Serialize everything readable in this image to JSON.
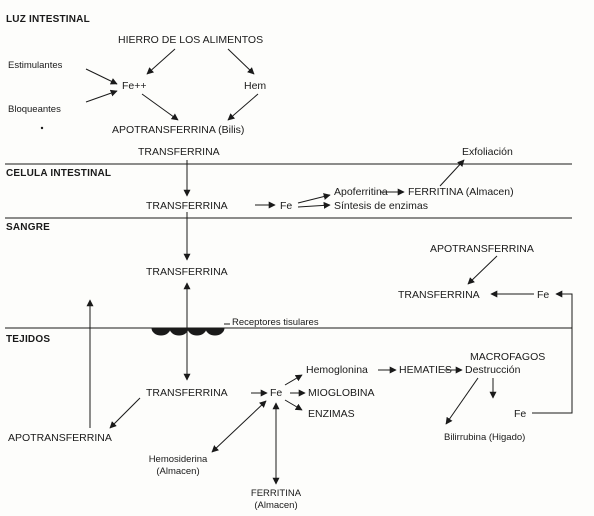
{
  "sections": {
    "luz": "LUZ INTESTINAL",
    "celula": "CELULA INTESTINAL",
    "sangre": "SANGRE",
    "tejidos": "TEJIDOS"
  },
  "nodes": {
    "hierro": "HIERRO DE LOS ALIMENTOS",
    "estimulantes": "Estimulantes",
    "bloqueantes": "Bloqueantes",
    "fe_plus": "Fe++",
    "hem": "Hem",
    "apo_bilis": "APOTRANSFERRINA (Bilis)",
    "transferrina_top": "TRANSFERRINA",
    "exfoliacion": "Exfoliación",
    "transferrina_cel": "TRANSFERRINA",
    "fe_cel": "Fe",
    "apoferritina": "Apoferritina",
    "ferritina_alm": "FERRITINA (Almacen)",
    "sintesis": "Síntesis de enzimas",
    "apotransferrina_sangre": "APOTRANSFERRINA",
    "transferrina_sangre": "TRANSFERRINA",
    "transferrina_sangre_r": "TRANSFERRINA",
    "fe_sangre_r": "Fe",
    "receptores": "Receptores tisulares",
    "hemoglobina": "Hemoglonina",
    "hematies": "HEMATIES",
    "macrofagos": "MACROFAGOS",
    "destruccion": "Destrucción",
    "transferrina_tej": "TRANSFERRINA",
    "fe_tej": "Fe",
    "mioglobina": "MIOGLOBINA",
    "enzimas": "ENZIMAS",
    "fe_macro": "Fe",
    "apotransferrina_tej": "APOTRANSFERRINA",
    "bilirrubina": "Bilirrubina (Higado)",
    "hemosiderina_1": "Hemosiderina",
    "hemosiderina_2": "(Almacen)",
    "ferritina_tej_1": "FERRITINA",
    "ferritina_tej_2": "(Almacen)"
  },
  "colors": {
    "ink": "#1a1a1a",
    "background": "#fdfdfb"
  }
}
